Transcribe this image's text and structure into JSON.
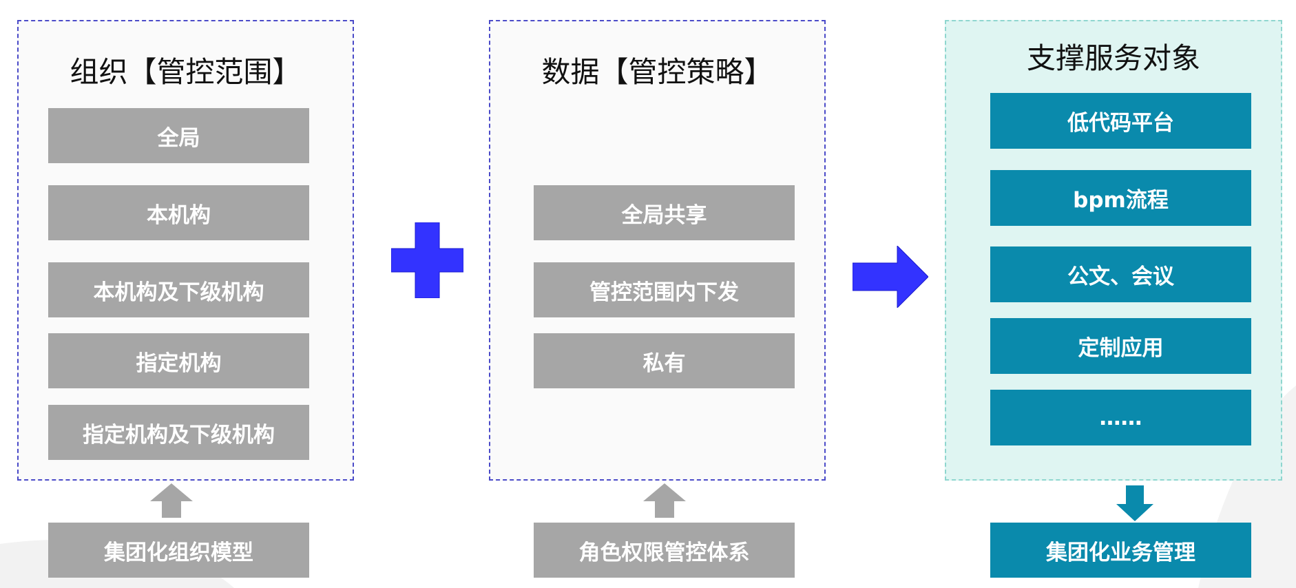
{
  "org_panel": {
    "title": "组织【管控范围】",
    "items": [
      "全局",
      "本机构",
      "本机构及下级机构",
      "指定机构",
      "指定机构及下级机构"
    ],
    "base": "集团化组织模型"
  },
  "data_panel": {
    "title": "数据【管控策略】",
    "items": [
      "全局共享",
      "管控范围内下发",
      "私有"
    ],
    "base": "角色权限管控体系"
  },
  "support_panel": {
    "title": "支撑服务对象",
    "items": [
      "低代码平台",
      "bpm流程",
      "公文、会议",
      "定制应用",
      "……"
    ],
    "base": "集团化业务管理"
  },
  "colors": {
    "gray_box": "#a6a6a6",
    "teal_box": "#0a8aac",
    "blue_symbol": "#3333ff",
    "dashed_border": "#4a4ac8",
    "teal_panel_bg": "#dff5f2"
  },
  "icons": [
    "plus-icon",
    "right-arrow-icon",
    "up-arrow-icon",
    "down-arrow-icon"
  ]
}
